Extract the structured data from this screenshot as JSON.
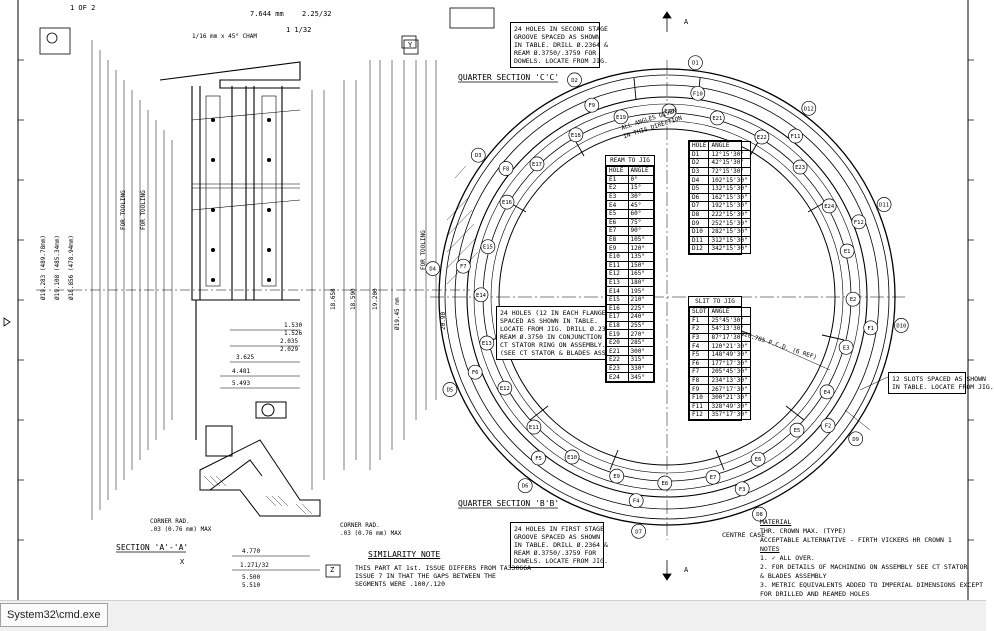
{
  "header": {
    "sheet_ref": "1 OF 2",
    "top_dims": [
      "7.644 mm",
      "2.25/32",
      "1 1/32"
    ],
    "chamfer": "1/16 mm x 45° CHAM",
    "datum_y": "Y"
  },
  "views": {
    "quarter_section_c": "QUARTER SECTION 'C'C'",
    "quarter_section_b": "QUARTER SECTION 'B'B'",
    "section_a": "SECTION 'A'-'A'",
    "marker_a": "A",
    "marker_z": "Z",
    "marker_x": "X"
  },
  "notes_boxes": {
    "second_stage": [
      "24 HOLES IN SECOND STAGE",
      "GROOVE SPACED AS SHOWN",
      "IN TABLE. DRILL Ø.2364 &",
      "REAM Ø.3750/.3759 FOR",
      "DOWELS. LOCATE FROM JIG."
    ],
    "first_stage": [
      "24 HOLES IN FIRST STAGE",
      "GROOVE SPACED AS SHOWN",
      "IN TABLE. DRILL Ø.2364 &",
      "REAM Ø.3750/.3759 FOR",
      "DOWELS. LOCATE FROM JIG."
    ],
    "flange": [
      "24 HOLES (12 IN EACH FLANGE)",
      "SPACED AS SHOWN IN TABLE.",
      "LOCATE FROM JIG. DRILL Ø.2364",
      "REAM Ø.3750 IN CONJUNCTION WITH",
      "CT STATOR RING ON ASSEMBLY.",
      "(SEE CT STATOR & BLADES ASSY'S)"
    ],
    "slots": [
      "12 SLOTS SPACED AS SHOWN",
      "IN TABLE. LOCATE FROM JIG."
    ],
    "angles_given": [
      "ALL ANGLES GIVEN",
      "IN THIS DIRECTION"
    ]
  },
  "ream_table": {
    "caption": "REAM TO JIG",
    "headers": [
      "HOLE",
      "ANGLE"
    ],
    "rows": [
      [
        "E1",
        "0°"
      ],
      [
        "E2",
        "15°"
      ],
      [
        "E3",
        "30°"
      ],
      [
        "E4",
        "45°"
      ],
      [
        "E5",
        "60°"
      ],
      [
        "E6",
        "75°"
      ],
      [
        "E7",
        "90°"
      ],
      [
        "E8",
        "105°"
      ],
      [
        "E9",
        "120°"
      ],
      [
        "E10",
        "135°"
      ],
      [
        "E11",
        "150°"
      ],
      [
        "E12",
        "165°"
      ],
      [
        "E13",
        "180°"
      ],
      [
        "E14",
        "195°"
      ],
      [
        "E15",
        "210°"
      ],
      [
        "E16",
        "225°"
      ],
      [
        "E17",
        "240°"
      ],
      [
        "E18",
        "255°"
      ],
      [
        "E19",
        "270°"
      ],
      [
        "E20",
        "285°"
      ],
      [
        "E21",
        "300°"
      ],
      [
        "E22",
        "315°"
      ],
      [
        "E23",
        "330°"
      ],
      [
        "E24",
        "345°"
      ]
    ]
  },
  "hole_table": {
    "headers": [
      "HOLE",
      "ANGLE"
    ],
    "rows": [
      [
        "D1",
        "12°15'30\""
      ],
      [
        "D2",
        "42°15'30\""
      ],
      [
        "D3",
        "72°15'30\""
      ],
      [
        "D4",
        "102°15'30\""
      ],
      [
        "D5",
        "132°15'30\""
      ],
      [
        "D6",
        "162°15'30\""
      ],
      [
        "D7",
        "192°15'30\""
      ],
      [
        "D8",
        "222°15'30\""
      ],
      [
        "D9",
        "252°15'30\""
      ],
      [
        "D10",
        "282°15'30\""
      ],
      [
        "D11",
        "312°15'30\""
      ],
      [
        "D12",
        "342°15'30\""
      ]
    ]
  },
  "slot_table": {
    "caption": "SLIT TO JIG",
    "headers": [
      "SLOT",
      "ANGLE"
    ],
    "rows": [
      [
        "F1",
        "25°45'30\""
      ],
      [
        "F2",
        "54°13'30\""
      ],
      [
        "F3",
        "87°17'30\""
      ],
      [
        "F4",
        "120°21'30\""
      ],
      [
        "F5",
        "148°49'30\""
      ],
      [
        "F6",
        "177°17'30\""
      ],
      [
        "F7",
        "205°45'30\""
      ],
      [
        "F8",
        "234°13'30\""
      ],
      [
        "F9",
        "267°17'30\""
      ],
      [
        "F10",
        "300°21'30\""
      ],
      [
        "F11",
        "328°49'30\""
      ],
      [
        "F12",
        "357°17'30\""
      ]
    ]
  },
  "pcd_label": "Ø20.785 P.C.D. (6 REF)",
  "ring_labels": [
    "D1",
    "D12",
    "D11",
    "D10",
    "D9",
    "D8",
    "D7",
    "D6",
    "D5",
    "D4",
    "D3",
    "D2",
    "E1",
    "E2",
    "E3",
    "E4",
    "E5",
    "E6",
    "E7",
    "E8",
    "E9",
    "E10",
    "E11",
    "E12",
    "E13",
    "E14",
    "E15",
    "E16",
    "E17",
    "E18",
    "E19",
    "E20",
    "E21",
    "E22",
    "E23",
    "E24",
    "F1",
    "F2",
    "F3",
    "F4",
    "F5",
    "F6",
    "F7",
    "F8",
    "F9",
    "F10",
    "F11",
    "F12"
  ],
  "similarity_note": {
    "title": "SIMILARITY NOTE",
    "lines": [
      "THIS PART AT 1st. ISSUE DIFFERS FROM TA33066A",
      "ISSUE 7 IN THAT THE GAPS BETWEEN THE",
      "SEGMENTS WERE .100/.120"
    ]
  },
  "material": {
    "title": "MATERIAL",
    "centre": "CENTRE CASE",
    "line1": "THR. CROWN MAX. (TYPE)",
    "line2": "ACCEPTABLE ALTERNATIVE - FIRTH VICKERS HR   CROWN 1",
    "notes_title": "NOTES",
    "notes": [
      "1.  ✓ ALL OVER.",
      "2.  FOR DETAILS OF MACHINING ON ASSEMBLY SEE CT STATOR",
      "     & BLADES ASSEMBLY",
      "3.  METRIC EQUIVALENTS ADDED TO IMPERIAL DIMENSIONS EXCEPT",
      "     FOR DRILLED AND REAMED HOLES"
    ]
  },
  "vertical_dims": [
    "Ø19.283 (489.78mm)",
    "Ø19.108 (485.34mm)",
    "Ø18.856 (478.94mm)",
    "FOR TOOLING",
    "FOR TOOLING",
    "18.658",
    "18.590",
    "19.200",
    "Ø19.45 mm",
    "FOR TOOLING",
    "20.90"
  ],
  "small_dims": [
    "1.530",
    "1.526",
    "2.035",
    "2.029",
    "3.625",
    "4.481",
    "5.493",
    "4.770",
    "5.500",
    "5.510",
    "1.271/32"
  ],
  "corner_rad": [
    "CORNER RAD.",
    ".03 (0.76 mm) MAX"
  ],
  "taskbar": {
    "item_label": "System32\\cmd.exe"
  }
}
